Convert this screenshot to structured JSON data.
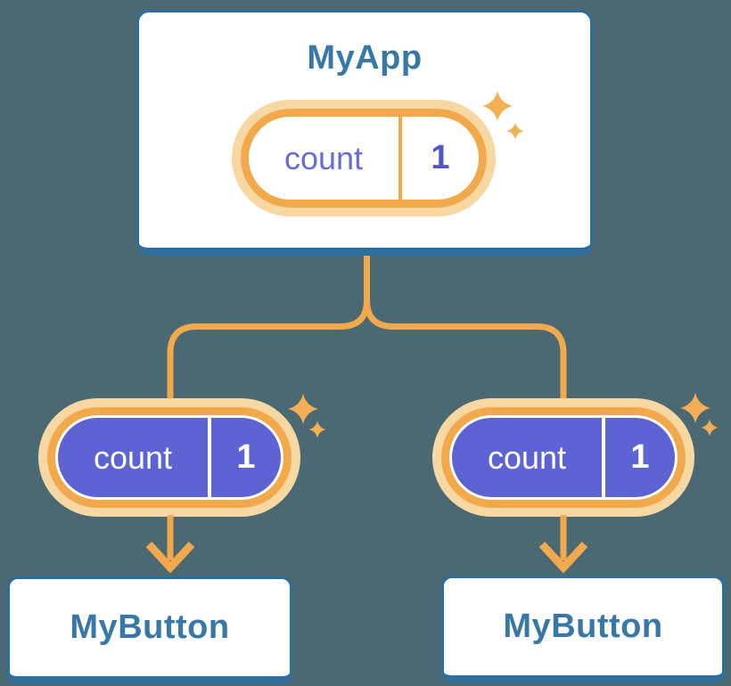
{
  "diagram": {
    "root": {
      "title": "MyApp",
      "state": {
        "label": "count",
        "value": "1"
      }
    },
    "children": [
      {
        "title": "MyButton",
        "state": {
          "label": "count",
          "value": "1"
        }
      },
      {
        "title": "MyButton",
        "state": {
          "label": "count",
          "value": "1"
        }
      }
    ]
  },
  "colors": {
    "background": "#4B6973",
    "accent_orange": "#F2A94C",
    "glow_peach": "#F8D8A2",
    "sparkle_orange": "#F4AE55",
    "state_fill_purple": "#5E63D3",
    "state_label_purple": "#666CD9",
    "state_value_purple": "#5157C9",
    "card_border_blue": "#2C6E9E",
    "card_text_blue": "#3878A6",
    "card_background": "#FFFFFF"
  },
  "icons": {
    "sparkle": "four-point-star",
    "arrow": "downward-arrow",
    "connector": "branching-tree-line"
  }
}
